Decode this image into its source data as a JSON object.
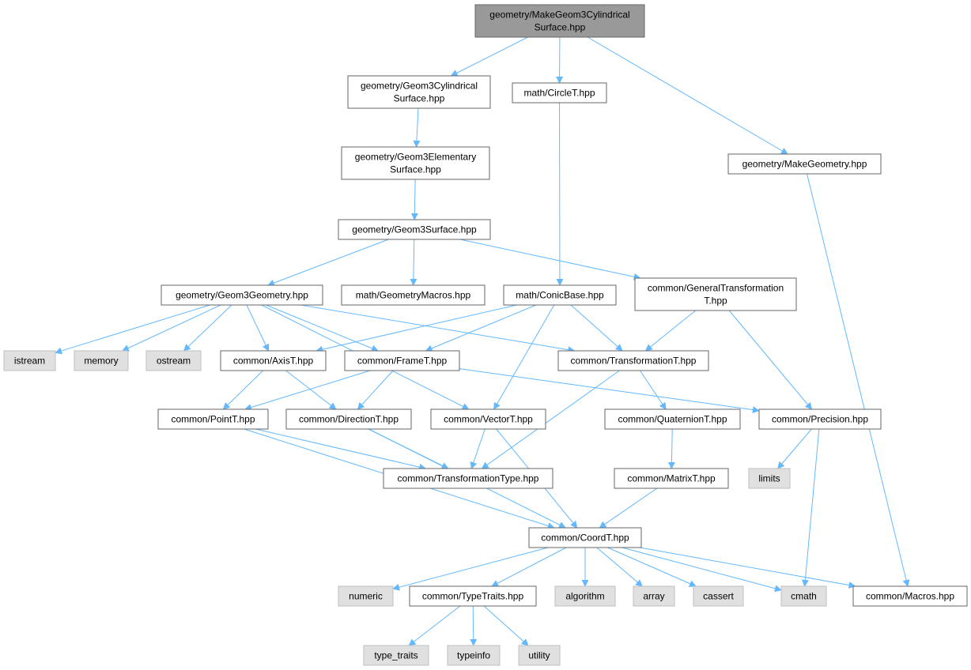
{
  "colors": {
    "root_fill": "#999999",
    "external_fill": "#e0e0e0",
    "internal_fill": "#ffffff",
    "edge": "#63b8ff",
    "node_border": "#666666"
  },
  "nodes": [
    {
      "id": "root",
      "kind": "root",
      "lines": [
        "geometry/MakeGeom3Cylindrical",
        "Surface.hpp"
      ]
    },
    {
      "id": "g3cyl",
      "kind": "internal",
      "lines": [
        "geometry/Geom3Cylindrical",
        "Surface.hpp"
      ]
    },
    {
      "id": "circle",
      "kind": "internal",
      "lines": [
        "math/CircleT.hpp"
      ]
    },
    {
      "id": "makegeom",
      "kind": "internal",
      "lines": [
        "geometry/MakeGeometry.hpp"
      ]
    },
    {
      "id": "g3elem",
      "kind": "internal",
      "lines": [
        "geometry/Geom3Elementary",
        "Surface.hpp"
      ]
    },
    {
      "id": "g3surf",
      "kind": "internal",
      "lines": [
        "geometry/Geom3Surface.hpp"
      ]
    },
    {
      "id": "g3geom",
      "kind": "internal",
      "lines": [
        "geometry/Geom3Geometry.hpp"
      ]
    },
    {
      "id": "geommacros",
      "kind": "internal",
      "lines": [
        "math/GeometryMacros.hpp"
      ]
    },
    {
      "id": "conic",
      "kind": "internal",
      "lines": [
        "math/ConicBase.hpp"
      ]
    },
    {
      "id": "gentrans",
      "kind": "internal",
      "lines": [
        "common/GeneralTransformation",
        "T.hpp"
      ]
    },
    {
      "id": "istream",
      "kind": "external",
      "lines": [
        "istream"
      ]
    },
    {
      "id": "memory",
      "kind": "external",
      "lines": [
        "memory"
      ]
    },
    {
      "id": "ostream",
      "kind": "external",
      "lines": [
        "ostream"
      ]
    },
    {
      "id": "axis",
      "kind": "internal",
      "lines": [
        "common/AxisT.hpp"
      ]
    },
    {
      "id": "frame",
      "kind": "internal",
      "lines": [
        "common/FrameT.hpp"
      ]
    },
    {
      "id": "transT",
      "kind": "internal",
      "lines": [
        "common/TransformationT.hpp"
      ]
    },
    {
      "id": "point",
      "kind": "internal",
      "lines": [
        "common/PointT.hpp"
      ]
    },
    {
      "id": "direction",
      "kind": "internal",
      "lines": [
        "common/DirectionT.hpp"
      ]
    },
    {
      "id": "vector",
      "kind": "internal",
      "lines": [
        "common/VectorT.hpp"
      ]
    },
    {
      "id": "quat",
      "kind": "internal",
      "lines": [
        "common/QuaternionT.hpp"
      ]
    },
    {
      "id": "precision",
      "kind": "internal",
      "lines": [
        "common/Precision.hpp"
      ]
    },
    {
      "id": "transtype",
      "kind": "internal",
      "lines": [
        "common/TransformationType.hpp"
      ]
    },
    {
      "id": "matrix",
      "kind": "internal",
      "lines": [
        "common/MatrixT.hpp"
      ]
    },
    {
      "id": "limits",
      "kind": "external",
      "lines": [
        "limits"
      ]
    },
    {
      "id": "coord",
      "kind": "internal",
      "lines": [
        "common/CoordT.hpp"
      ]
    },
    {
      "id": "numeric",
      "kind": "external",
      "lines": [
        "numeric"
      ]
    },
    {
      "id": "typetraits",
      "kind": "internal",
      "lines": [
        "common/TypeTraits.hpp"
      ]
    },
    {
      "id": "algorithm",
      "kind": "external",
      "lines": [
        "algorithm"
      ]
    },
    {
      "id": "array",
      "kind": "external",
      "lines": [
        "array"
      ]
    },
    {
      "id": "cassert",
      "kind": "external",
      "lines": [
        "cassert"
      ]
    },
    {
      "id": "cmath",
      "kind": "external",
      "lines": [
        "cmath"
      ]
    },
    {
      "id": "macros",
      "kind": "internal",
      "lines": [
        "common/Macros.hpp"
      ]
    },
    {
      "id": "type_traits",
      "kind": "external",
      "lines": [
        "type_traits"
      ]
    },
    {
      "id": "typeinfo",
      "kind": "external",
      "lines": [
        "typeinfo"
      ]
    },
    {
      "id": "utility",
      "kind": "external",
      "lines": [
        "utility"
      ]
    }
  ],
  "edges": [
    [
      "root",
      "g3cyl"
    ],
    [
      "root",
      "circle"
    ],
    [
      "root",
      "makegeom"
    ],
    [
      "g3cyl",
      "g3elem"
    ],
    [
      "g3elem",
      "g3surf"
    ],
    [
      "circle",
      "conic"
    ],
    [
      "makegeom",
      "macros"
    ],
    [
      "g3surf",
      "g3geom"
    ],
    [
      "g3surf",
      "geommacros"
    ],
    [
      "g3surf",
      "gentrans"
    ],
    [
      "g3geom",
      "istream"
    ],
    [
      "g3geom",
      "memory"
    ],
    [
      "g3geom",
      "ostream"
    ],
    [
      "g3geom",
      "axis"
    ],
    [
      "g3geom",
      "frame"
    ],
    [
      "g3geom",
      "transT"
    ],
    [
      "g3geom",
      "vector"
    ],
    [
      "conic",
      "axis"
    ],
    [
      "conic",
      "frame"
    ],
    [
      "conic",
      "transT"
    ],
    [
      "conic",
      "vector"
    ],
    [
      "gentrans",
      "transT"
    ],
    [
      "gentrans",
      "precision"
    ],
    [
      "axis",
      "point"
    ],
    [
      "axis",
      "direction"
    ],
    [
      "frame",
      "point"
    ],
    [
      "frame",
      "direction"
    ],
    [
      "frame",
      "precision"
    ],
    [
      "transT",
      "quat"
    ],
    [
      "transT",
      "transtype"
    ],
    [
      "point",
      "transtype"
    ],
    [
      "point",
      "coord"
    ],
    [
      "direction",
      "transtype"
    ],
    [
      "direction",
      "coord"
    ],
    [
      "vector",
      "transtype"
    ],
    [
      "vector",
      "coord"
    ],
    [
      "quat",
      "matrix"
    ],
    [
      "matrix",
      "coord"
    ],
    [
      "precision",
      "limits"
    ],
    [
      "precision",
      "cmath"
    ],
    [
      "coord",
      "numeric"
    ],
    [
      "coord",
      "typetraits"
    ],
    [
      "coord",
      "algorithm"
    ],
    [
      "coord",
      "array"
    ],
    [
      "coord",
      "cassert"
    ],
    [
      "coord",
      "cmath"
    ],
    [
      "coord",
      "macros"
    ],
    [
      "typetraits",
      "type_traits"
    ],
    [
      "typetraits",
      "typeinfo"
    ],
    [
      "typetraits",
      "utility"
    ]
  ]
}
